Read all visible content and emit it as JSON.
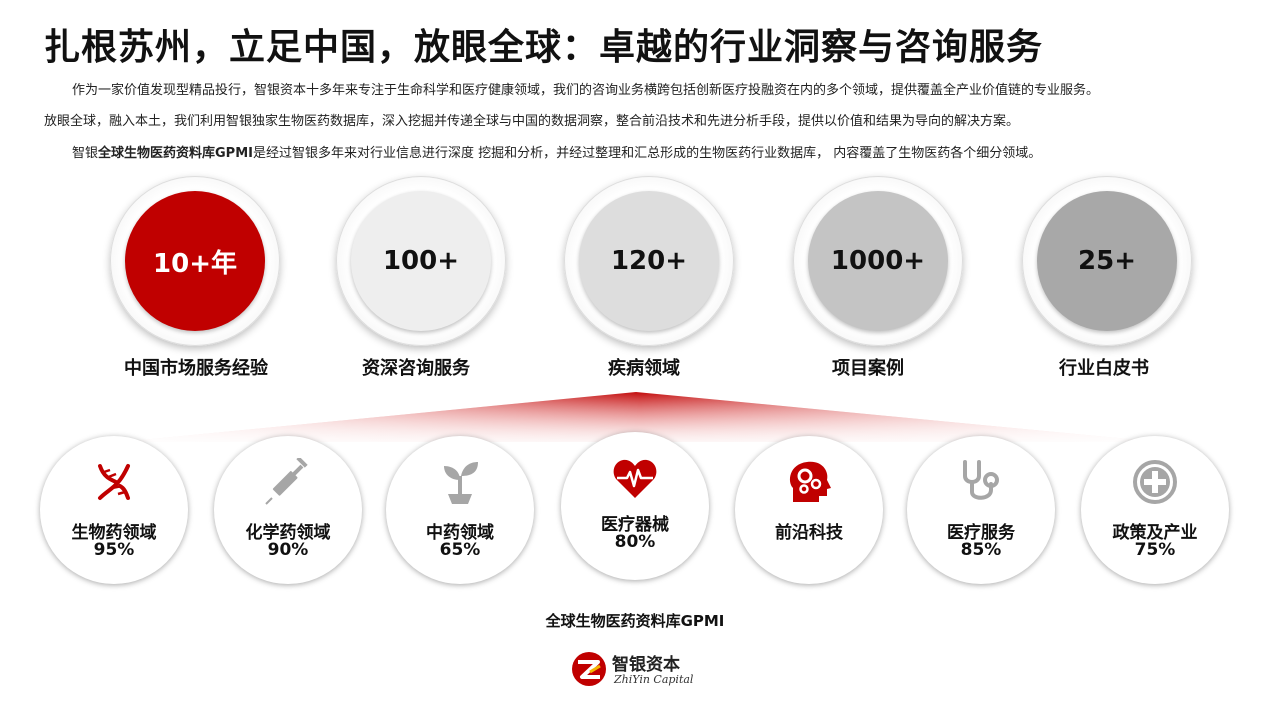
{
  "title": "扎根苏州，立足中国，放眼全球：卓越的行业洞察与咨询服务",
  "paragraphs": {
    "p1": "作为一家价值发现型精品投行，智银资本十多年来专注于生命科学和医疗健康领域，我们的咨询业务横跨包括创新医疗投融资在内的多个领域，提供覆盖全产业价值链的专业服务。",
    "p2": "放眼全球，融入本土，我们利用智银独家生物医药数据库，深入挖掘并传递全球与中国的数据洞察，整合前沿技术和先进分析手段，提供以价值和结果为导向的解决方案。",
    "p3_lead": "智银",
    "p3_bold": "全球生物医药资料库GPMI",
    "p3_rest": "是经过智银多年来对行业信息进行深度 挖掘和分析，并经过整理和汇总形成的生物医药行业数据库， 内容覆盖了生物医药各个细分领域。"
  },
  "stats": [
    {
      "value": "10+年",
      "label": "中国市场服务经验",
      "color": "#c00000",
      "text_color": "#ffffff"
    },
    {
      "value": "100+",
      "label": "资深咨询服务",
      "color": "#eeeeee",
      "text_color": "#111111"
    },
    {
      "value": "120+",
      "label": "疾病领域",
      "color": "#dddddd",
      "text_color": "#111111"
    },
    {
      "value": "1000+",
      "label": "项目案例",
      "color": "#c4c4c4",
      "text_color": "#111111"
    },
    {
      "value": "25+",
      "label": "行业白皮书",
      "color": "#a8a8a8",
      "text_color": "#111111"
    }
  ],
  "domains": [
    {
      "name": "生物药领域",
      "pct": "95%",
      "icon": "dna-icon",
      "icon_color": "#c00000"
    },
    {
      "name": "化学药领域",
      "pct": "90%",
      "icon": "syringe-icon",
      "icon_color": "#a6a6a6"
    },
    {
      "name": "中药领域",
      "pct": "65%",
      "icon": "seedling-icon",
      "icon_color": "#a6a6a6"
    },
    {
      "name": "医疗器械",
      "pct": "80%",
      "icon": "heartbeat-icon",
      "icon_color": "#c00000"
    },
    {
      "name": "前沿科技",
      "pct": "",
      "icon": "brain-gears-icon",
      "icon_color": "#c00000"
    },
    {
      "name": "医疗服务",
      "pct": "85%",
      "icon": "stethoscope-icon",
      "icon_color": "#a6a6a6"
    },
    {
      "name": "政策及产业",
      "pct": "75%",
      "icon": "plus-circle-icon",
      "icon_color": "#a6a6a6"
    }
  ],
  "database_label": "全球生物医药资料库GPMI",
  "logo": {
    "cn": "智银资本",
    "en": "ZhiYin Capital"
  }
}
